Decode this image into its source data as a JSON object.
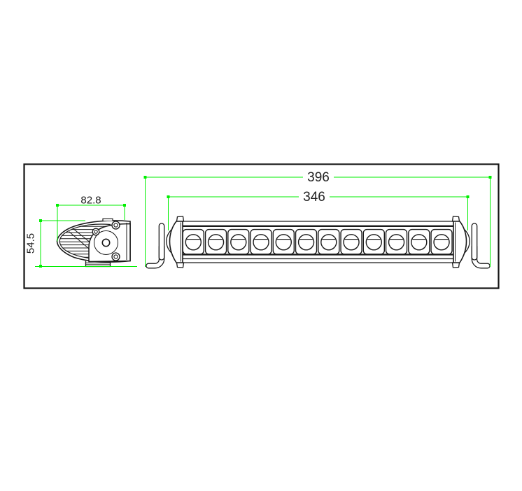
{
  "page": {
    "background": "#ffffff"
  },
  "drawing": {
    "kind": "cad-dimension-drawing",
    "subject": "single-row LED light bar, two orthographic views",
    "line_color": "#1a1a1a",
    "dimension_color": "#00ef00",
    "dimension_text_color": "#222222",
    "views": {
      "side_view": {
        "name": "side-profile-view",
        "fin_count": 11
      },
      "front_view": {
        "name": "front-elevation-view",
        "led_count": 12
      }
    },
    "dimensions": {
      "overall_width": "396",
      "mounting_width": "346",
      "side_depth": "82.8",
      "side_height": "54.5"
    }
  }
}
